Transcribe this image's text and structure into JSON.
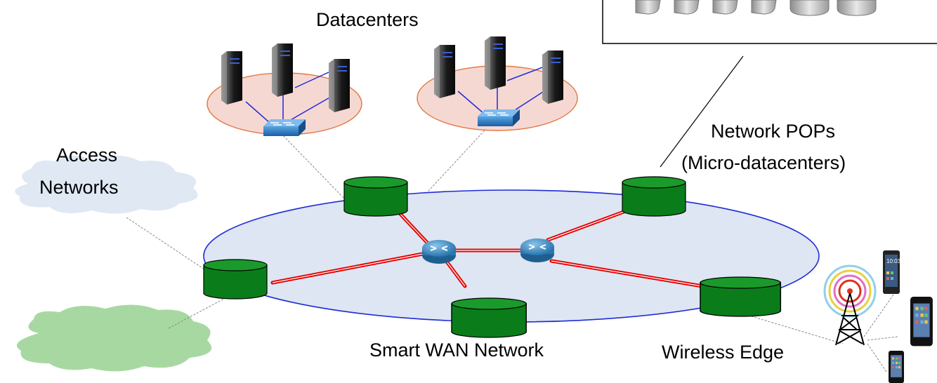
{
  "labels": {
    "datacenters": "Datacenters",
    "access_line1": "Access",
    "access_line2": "Networks",
    "network_pops_line1": "Network POPs",
    "network_pops_line2": "(Micro-datacenters)",
    "smart_wan": "Smart WAN Network",
    "wireless_edge": "Wireless Edge"
  },
  "colors": {
    "wan_fill": "#dde6f2",
    "wan_border": "#1f2bd6",
    "dc_fill": "#f6d8d3",
    "dc_border": "#e07a40",
    "pop_green": "#0a7d1a",
    "link_red": "#e60000",
    "router_blue": "#3b8ec9",
    "access_cloud_blue": "#dfe8f3",
    "access_cloud_green": "#a8d8a2"
  },
  "icons": {
    "server": "server-tower-icon",
    "switch": "network-switch-icon",
    "router": "router-icon",
    "pop": "green-cylinder-icon",
    "tower": "cell-tower-icon",
    "phone": "smartphone-icon",
    "storage": "storage-disk-icon"
  }
}
